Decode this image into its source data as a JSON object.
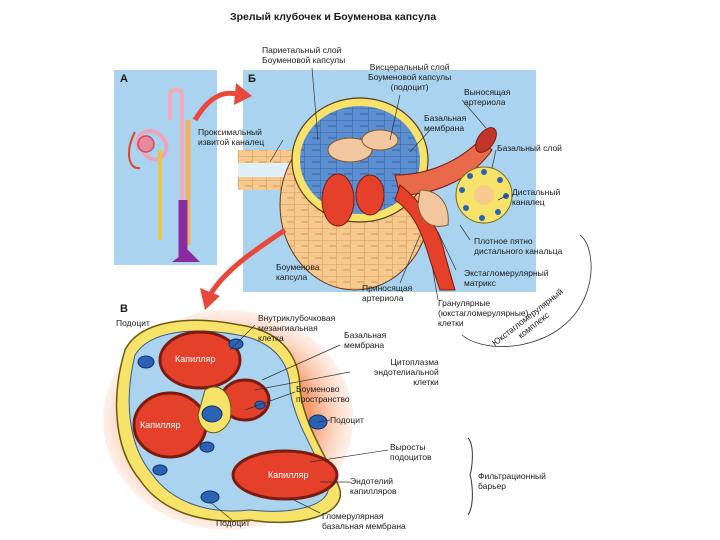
{
  "title": "Зрелый клубочек и Боуменова капсула",
  "panels": {
    "a": "А",
    "b": "Б",
    "c": "В"
  },
  "labels": {
    "parietal": [
      "Париетальный слой",
      "Боуменовой капсулы"
    ],
    "visceral": [
      "Висцеральный слой",
      "Боуменовой капсулы",
      "(подоцит)"
    ],
    "efferent": [
      "Выносящая",
      "артериола"
    ],
    "basal_membrane_b": [
      "Базальная",
      "мембрана"
    ],
    "prox_tubule": [
      "Проксимальный",
      "извитой каналец"
    ],
    "basal_layer": "Базальный слой",
    "distal": [
      "Дистальный",
      "каналец"
    ],
    "macula_densa": [
      "Плотное пятно",
      "дистального канальца"
    ],
    "bowman_capsule": [
      "Боуменова",
      "капсула"
    ],
    "extraglomerular": [
      "Экстагломерулярный",
      "матрикс"
    ],
    "afferent": [
      "Приносящая",
      "артериола"
    ],
    "granular": [
      "Гранулярные",
      "(юкстагломерулярные)",
      "клетки"
    ],
    "jg_complex": [
      "Юкстагломерулярный",
      "комплекс"
    ],
    "podocyte_top": "Подоцит",
    "mesangial": [
      "Внутриклубочковая",
      "мезангиальная",
      "клетка"
    ],
    "basal_membrane_c": [
      "Базальная",
      "мембрана"
    ],
    "endo_cytoplasm": [
      "Цитоплазма",
      "эндотелиальной",
      "клетки"
    ],
    "bowman_space": [
      "Боуменово",
      "пространство"
    ],
    "podocyte_mid": "Подоцит",
    "foot_processes": [
      "Выросты",
      "подоцитов"
    ],
    "endothelium": [
      "Эндотелий",
      "капилляров"
    ],
    "filtration_barrier": [
      "Фильтрационный",
      "барьер"
    ],
    "podocyte_bottom": "Подоцит",
    "glomerular_bm": [
      "Гломерулярная",
      "базальная мембрана"
    ],
    "capillary_1": "Капилляр",
    "capillary_2": "Капилляр",
    "capillary_3": "Капилляр"
  },
  "colors": {
    "panel_bg": "#a9d3ee",
    "capillary": "#e5402a",
    "capillary_dark": "#9e1f16",
    "yellow": "#f7e36a",
    "orange_cells": "#f6c98f",
    "nucleus": "#2a63b4",
    "pointer": "#e8473a"
  }
}
